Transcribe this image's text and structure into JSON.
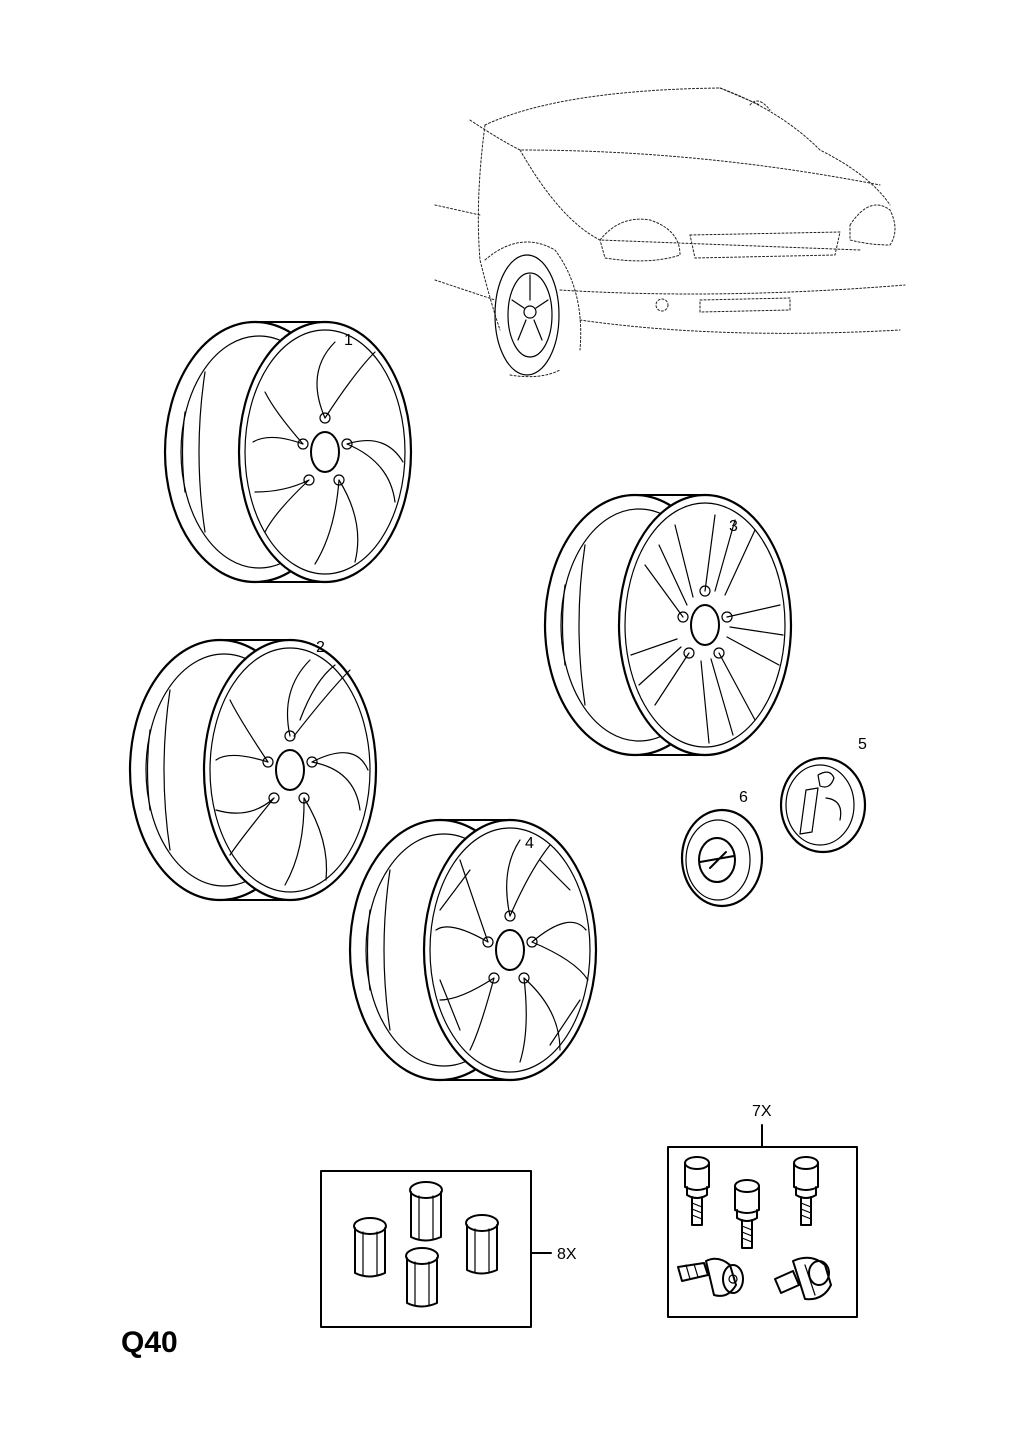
{
  "page_code": "Q40",
  "callouts": {
    "c1": "1",
    "c2": "2",
    "c3": "3",
    "c4": "4",
    "c5": "5",
    "c6": "6",
    "c7": "7X",
    "c8": "8X"
  },
  "colors": {
    "line": "#000000",
    "background": "#ffffff"
  },
  "parts": [
    {
      "id": "wheel-1",
      "callout": "1"
    },
    {
      "id": "wheel-2",
      "callout": "2"
    },
    {
      "id": "wheel-3",
      "callout": "3"
    },
    {
      "id": "wheel-4",
      "callout": "4"
    },
    {
      "id": "hub-cap-i-logo",
      "callout": "5"
    },
    {
      "id": "hub-cap-brand-logo",
      "callout": "6"
    },
    {
      "id": "wheel-bolt-kit",
      "callout": "7X"
    },
    {
      "id": "valve-cap-kit",
      "callout": "8X"
    }
  ]
}
